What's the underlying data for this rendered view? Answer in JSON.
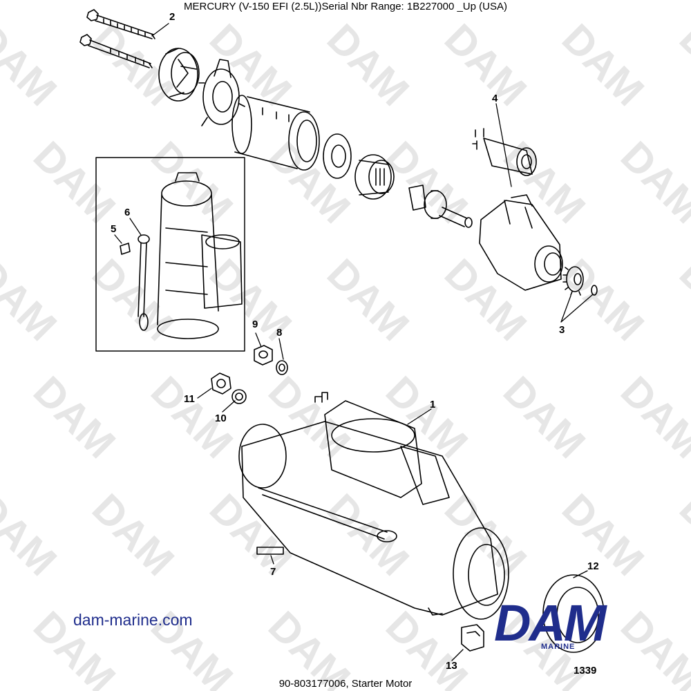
{
  "header": {
    "title": "MERCURY (V-150 EFI (2.5L))Serial Nbr Range: 1B227000 _Up (USA)"
  },
  "footer": {
    "caption": "90-803177006, Starter Motor",
    "figure_number": "1339"
  },
  "branding": {
    "website": "dam-marine.com",
    "logo_letters": "DAM",
    "logo_subtext": "MARINE",
    "watermark_text": "DAM",
    "brand_color": "#1f2d8c",
    "watermark_color": "#e6e6e6"
  },
  "callouts": [
    "1",
    "2",
    "3",
    "4",
    "5",
    "6",
    "7",
    "8",
    "9",
    "10",
    "11",
    "12",
    "13"
  ]
}
